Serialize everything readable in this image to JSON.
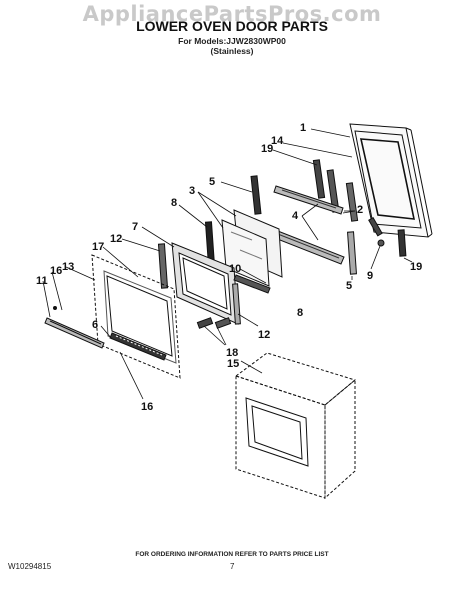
{
  "watermark": "AppliancePartsPros.com",
  "title": "LOWER OVEN DOOR PARTS",
  "models_line": "For Models:JJW2830WP00",
  "finish_line": "(Stainless)",
  "callouts": {
    "c1": "1",
    "c14": "14",
    "c19a": "19",
    "c5a": "5",
    "c3": "3",
    "c2": "2",
    "c4": "4",
    "c8a": "8",
    "c7": "7",
    "c12a": "12",
    "c17": "17",
    "c10": "10",
    "c16a": "16",
    "c13": "13",
    "c11": "11",
    "c6": "6",
    "c9": "9",
    "c5b": "5",
    "c19b": "19",
    "c8b": "8",
    "c12b": "12",
    "c18": "18",
    "c15": "15",
    "c16b": "16"
  },
  "footer_note": "FOR ORDERING INFORMATION REFER TO PARTS PRICE LIST",
  "doc_number": "W10294815",
  "page_number": "7"
}
